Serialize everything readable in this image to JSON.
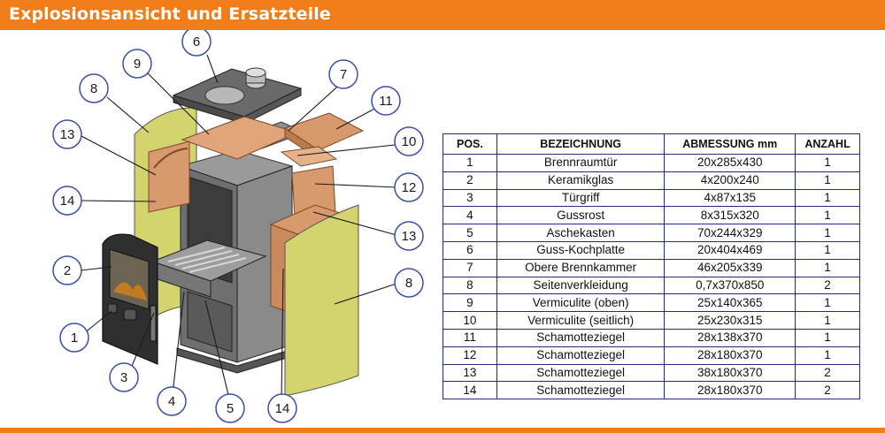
{
  "header": {
    "title": "Explosionsansicht und Ersatzteile"
  },
  "callouts": [
    "1",
    "2",
    "3",
    "4",
    "5",
    "6",
    "7",
    "8",
    "9",
    "10",
    "11",
    "12",
    "13",
    "14"
  ],
  "colors": {
    "accent": "#f07d1a",
    "callout_circle": "#3a4fa8",
    "table_border": "#1f2d73",
    "vermiculite": "#d4d46f",
    "schamotte": "#d89a6c"
  },
  "table": {
    "headers": [
      "POS.",
      "BEZEICHNUNG",
      "ABMESSUNG mm",
      "ANZAHL"
    ],
    "rows": [
      [
        "1",
        "Brennraumtür",
        "20x285x430",
        "1"
      ],
      [
        "2",
        "Keramikglas",
        "4x200x240",
        "1"
      ],
      [
        "3",
        "Türgriff",
        "4x87x135",
        "1"
      ],
      [
        "4",
        "Gussrost",
        "8x315x320",
        "1"
      ],
      [
        "5",
        "Aschekasten",
        "70x244x329",
        "1"
      ],
      [
        "6",
        "Guss-Kochplatte",
        "20x404x469",
        "1"
      ],
      [
        "7",
        "Obere Brennkammer",
        "46x205x339",
        "1"
      ],
      [
        "8",
        "Seitenverkleidung",
        "0,7x370x850",
        "2"
      ],
      [
        "9",
        "Vermiculite (oben)",
        "25x140x365",
        "1"
      ],
      [
        "10",
        "Vermiculite (seitlich)",
        "25x230x315",
        "1"
      ],
      [
        "11",
        "Schamotteziegel",
        "28x138x370",
        "1"
      ],
      [
        "12",
        "Schamotteziegel",
        "28x180x370",
        "1"
      ],
      [
        "13",
        "Schamotteziegel",
        "38x180x370",
        "2"
      ],
      [
        "14",
        "Schamotteziegel",
        "28x180x370",
        "2"
      ]
    ]
  }
}
